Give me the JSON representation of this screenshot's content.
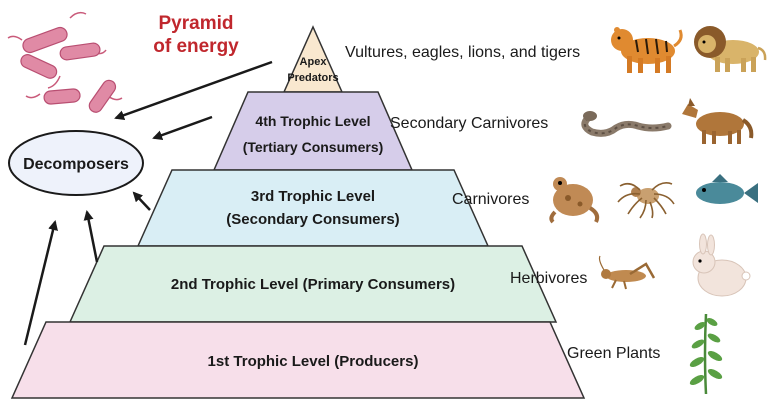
{
  "title": {
    "line1": "Pyramid",
    "line2": "of energy",
    "color": "#c0272d"
  },
  "decomposers": {
    "label": "Decomposers"
  },
  "levels": [
    {
      "id": "apex",
      "line1": "Apex",
      "line2": "Predators",
      "side_label": "Vultures, eagles, lions, and tigers",
      "fill": "#f9e8cf"
    },
    {
      "id": "level4",
      "line1": "4th Trophic Level",
      "line2": "(Tertiary Consumers)",
      "side_label": "Secondary Carnivores",
      "fill": "#d6cdea"
    },
    {
      "id": "level3",
      "line1": "3rd Trophic Level",
      "line2": "(Secondary Consumers)",
      "side_label": "Carnivores",
      "fill": "#d9eef5"
    },
    {
      "id": "level2",
      "line1": "2nd Trophic Level (Primary Consumers)",
      "side_label": "Herbivores",
      "fill": "#dcf0e4"
    },
    {
      "id": "level1",
      "line1": "1st Trophic Level (Producers)",
      "side_label": "Green Plants",
      "fill": "#f7dfea"
    }
  ],
  "icons": {
    "bacteria": "bacteria-icon",
    "tiger": "tiger-icon",
    "lion": "lion-icon",
    "snake": "snake-icon",
    "wolf": "wolf-icon",
    "frog": "frog-icon",
    "spider": "spider-icon",
    "fish": "fish-icon",
    "grasshopper": "grasshopper-icon",
    "rabbit": "rabbit-icon",
    "plant": "plant-icon"
  }
}
